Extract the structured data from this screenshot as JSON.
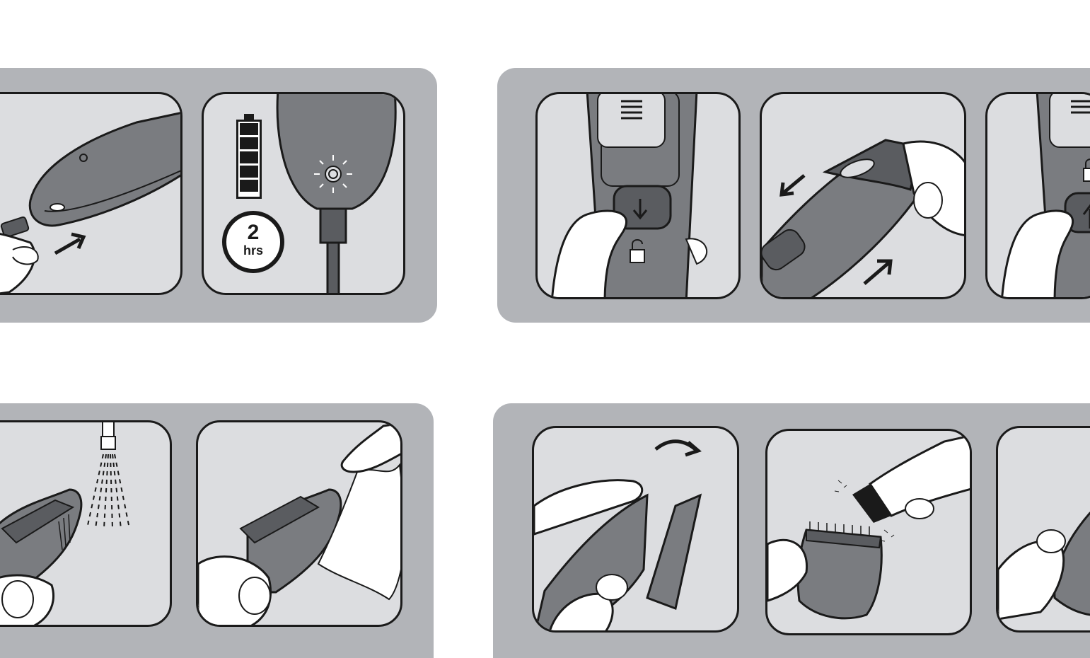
{
  "charge_time": {
    "value": "2",
    "unit": "hrs"
  },
  "battery": {
    "segments_filled": 5,
    "segments_total": 5
  },
  "lock_icon": "padlock-icon",
  "colors": {
    "band": "#b2b4b8",
    "panel": "#dcdde0",
    "device": "#7a7c80",
    "outline": "#1a1a1a",
    "skin": "#ffffff"
  },
  "steps": [
    {
      "id": "charge",
      "frames": [
        "plug-in-charger",
        "charge-indicator"
      ]
    },
    {
      "id": "attach-comb",
      "frames": [
        "unlock-slider",
        "slide-comb",
        "lock-slider"
      ]
    },
    {
      "id": "rinse-comb",
      "frames": [
        "rinse-under-tap",
        "dry-with-towel"
      ]
    },
    {
      "id": "clean-blade",
      "frames": [
        "remove-blade",
        "brush-blade",
        "refit-blade"
      ]
    }
  ]
}
